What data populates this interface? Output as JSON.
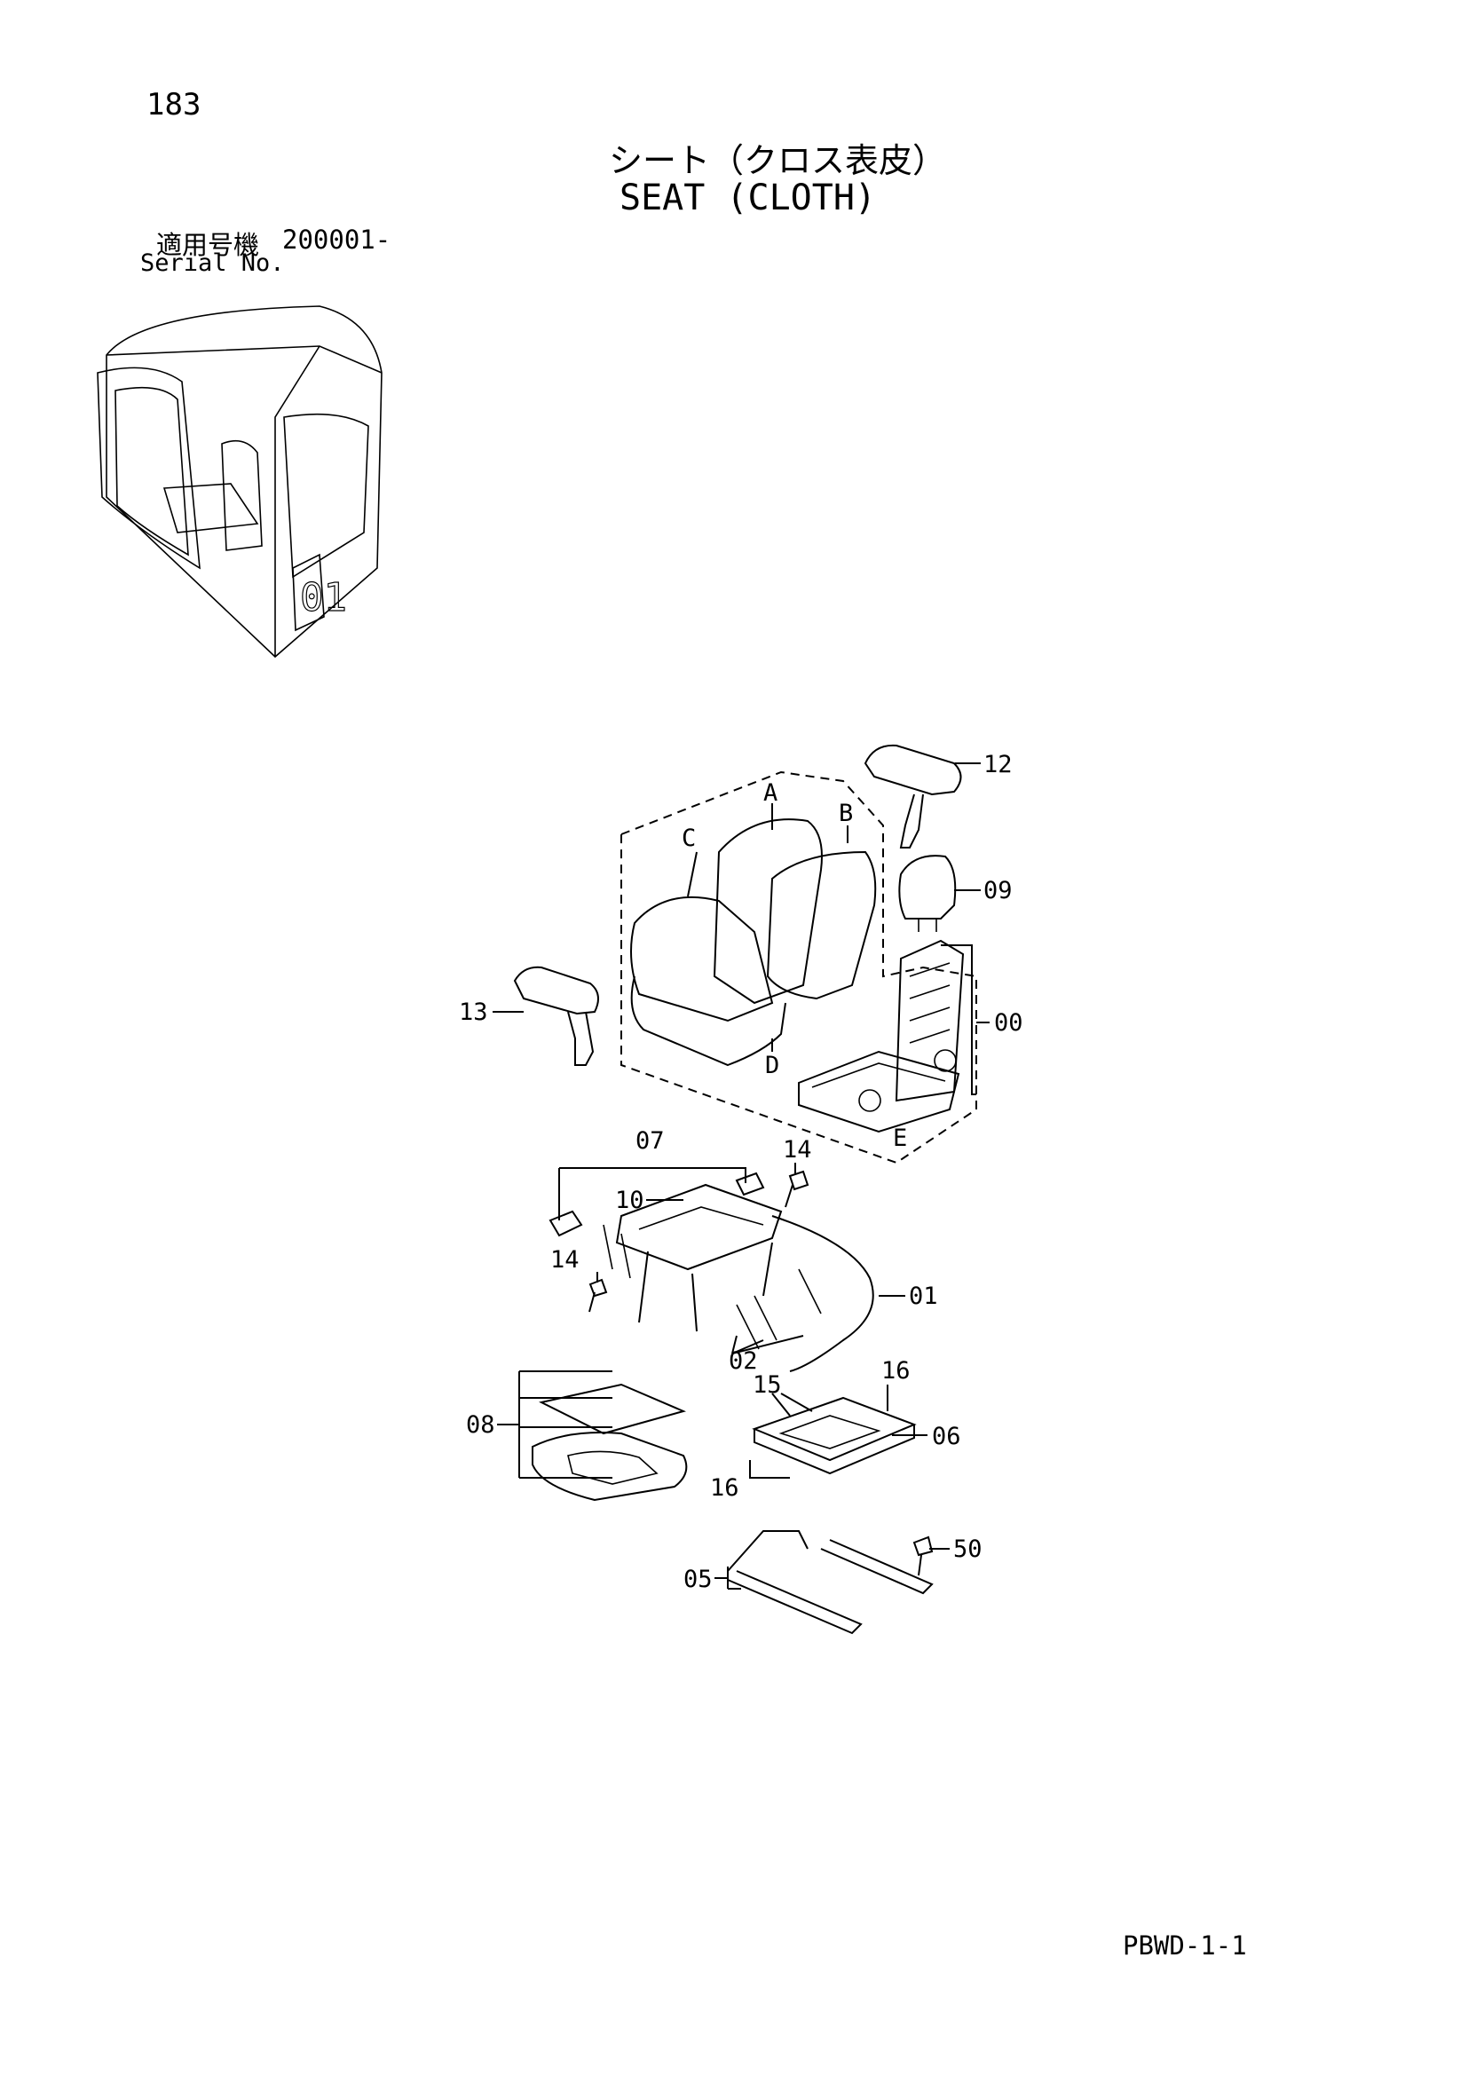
{
  "page": {
    "page_number": "183",
    "title_jp": "シート（クロス表皮）",
    "title_en": "SEAT (CLOTH)",
    "serial_label_jp": "適用号機",
    "serial_value": "200001-",
    "serial_label_en": "Serial No.",
    "doc_code": "PBWD-1-1"
  },
  "callouts": {
    "armrest_right": "12",
    "headrest": "09",
    "seat_frame": "00",
    "armrest_left": "13",
    "slide_bracket": "07",
    "lever_10": "10",
    "bolt_14_top": "14",
    "bolt_14_left": "14",
    "cable": "01",
    "springs": "02",
    "pad_08": "08",
    "plate_06": "06",
    "part_15": "15",
    "washer_16_right": "16",
    "washer_16_bottom": "16",
    "rail_05": "05",
    "screw_50": "50"
  },
  "sub_parts": {
    "a": "A",
    "b": "B",
    "c": "C",
    "d": "D",
    "e": "E"
  }
}
